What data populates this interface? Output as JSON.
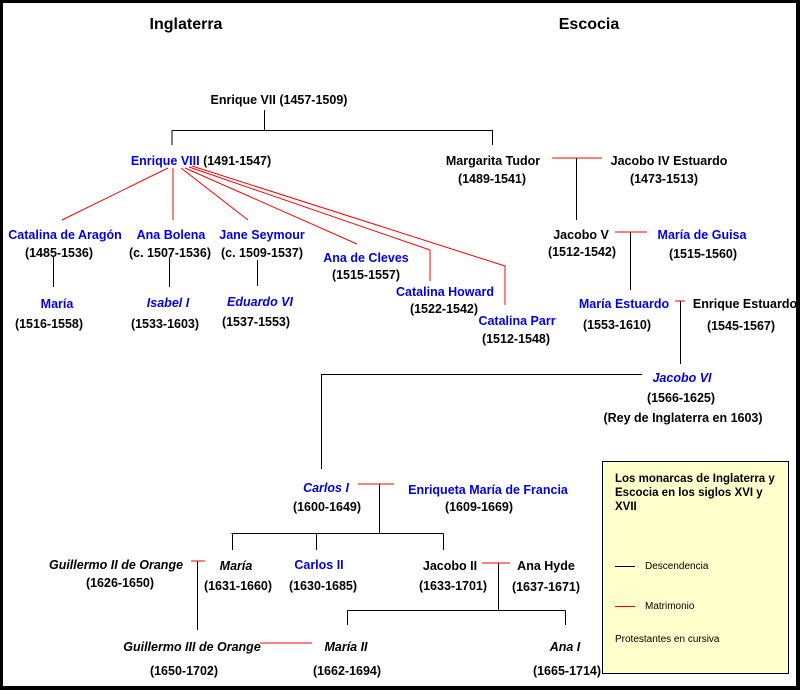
{
  "headers": {
    "england": "Inglaterra",
    "scotland": "Escocia"
  },
  "colors": {
    "descent": "#000000",
    "marriage": "#ff0000",
    "catholic_name": "#0000ee",
    "legend_bg": "#ffffcc"
  },
  "people": {
    "enrique_vii": {
      "name": "Enrique VII",
      "dates": "(1457-1509)"
    },
    "enrique_viii": {
      "name": "Enrique VIII",
      "dates": "(1491-1547)"
    },
    "margarita_tudor": {
      "name": "Margarita Tudor",
      "dates": "(1489-1541)"
    },
    "jacobo_iv": {
      "name": "Jacobo IV Estuardo",
      "dates": "(1473-1513)"
    },
    "catalina_aragon": {
      "name": "Catalina de Aragón",
      "dates": "(1485-1536)"
    },
    "ana_bolena": {
      "name": "Ana Bolena",
      "dates": "(c. 1507-1536)"
    },
    "jane_seymour": {
      "name": "Jane Seymour",
      "dates": "(c. 1509-1537)"
    },
    "ana_cleves": {
      "name": "Ana de Cleves",
      "dates": "(1515-1557)"
    },
    "catalina_howard": {
      "name": "Catalina Howard",
      "dates": "(1522-1542)"
    },
    "catalina_parr": {
      "name": "Catalina Parr",
      "dates": "(1512-1548)"
    },
    "maria_tudor": {
      "name": "María",
      "dates": "(1516-1558)"
    },
    "isabel_i": {
      "name": "Isabel I",
      "dates": "(1533-1603)"
    },
    "eduardo_vi": {
      "name": "Eduardo VI",
      "dates": "(1537-1553)"
    },
    "jacobo_v": {
      "name": "Jacobo V",
      "dates": "(1512-1542)"
    },
    "maria_guisa": {
      "name": "María de Guisa",
      "dates": "(1515-1560)"
    },
    "maria_estuardo": {
      "name": "María Estuardo",
      "dates": "(1553-1610)"
    },
    "enrique_estuardo": {
      "name": "Enrique Estuardo",
      "dates": "(1545-1567)"
    },
    "jacobo_vi": {
      "name": "Jacobo VI",
      "dates": "(1566-1625)",
      "note": "(Rey de Inglaterra en 1603)"
    },
    "carlos_i": {
      "name": "Carlos I",
      "dates": "(1600-1649)"
    },
    "enriqueta": {
      "name": "Enriqueta María de Francia",
      "dates": "(1609-1669)"
    },
    "guillermo_ii": {
      "name": "Guillermo II de Orange",
      "dates": "(1626-1650)"
    },
    "maria_stuart_orange": {
      "name": "María",
      "dates": "(1631-1660)"
    },
    "carlos_ii": {
      "name": "Carlos II",
      "dates": "(1630-1685)"
    },
    "jacobo_ii": {
      "name": "Jacobo II",
      "dates": "(1633-1701)"
    },
    "ana_hyde": {
      "name": "Ana Hyde",
      "dates": "(1637-1671)"
    },
    "guillermo_iii": {
      "name": "Guillermo III de Orange",
      "dates": "(1650-1702)"
    },
    "maria_ii": {
      "name": "María II",
      "dates": "(1662-1694)"
    },
    "ana_i": {
      "name": "Ana I",
      "dates": "(1665-1714)"
    }
  },
  "legend": {
    "title": "Los monarcas de Inglaterra y Escocia en los siglos XVI y XVII",
    "descent_label": "Descendencia",
    "marriage_label": "Matrimonio",
    "note": "Protestantes en cursiva"
  }
}
